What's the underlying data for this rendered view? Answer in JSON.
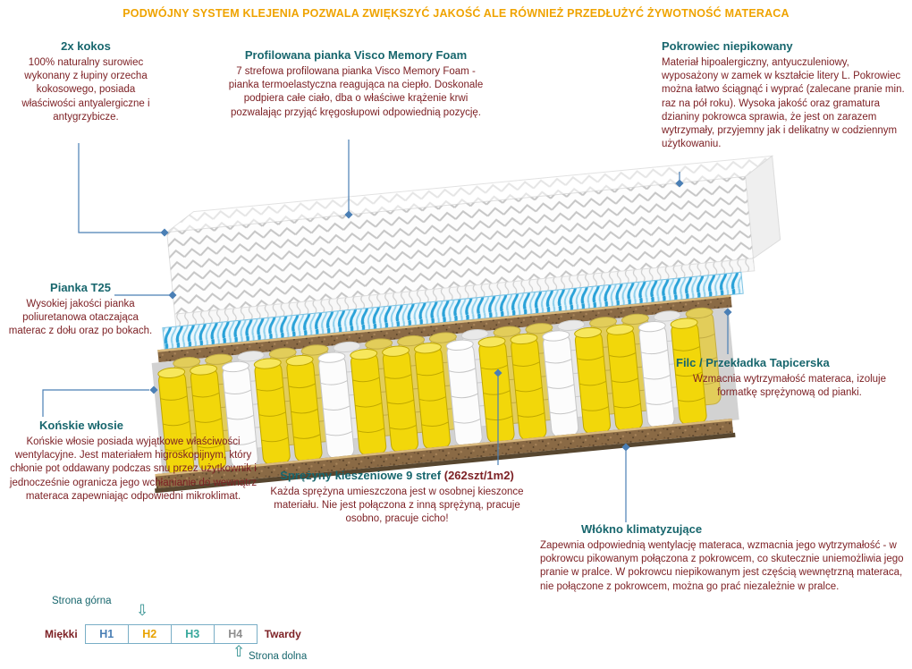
{
  "banner": {
    "text": "PODWÓJNY SYSTEM KLEJENIA POZWALA ZWIĘKSZYĆ JAKOŚĆ ALE RÓWNIEŻ PRZEDŁUŻYĆ ŻYWOTNOŚĆ MATERACA"
  },
  "annotations": {
    "kokos": {
      "title": "2x kokos",
      "body": "100% naturalny surowiec wykonany z łupiny orzecha kokosowego, posiada właściwości antyalergiczne i antygrzybicze."
    },
    "visco": {
      "title": "Profilowana pianka Visco Memory Foam",
      "body": "7 strefowa profilowana pianka Visco Memory Foam - pianka termoelastyczna reagująca na ciepło. Doskonale podpiera całe ciało, dba o właściwe krążenie krwi pozwalając przyjąć kręgosłupowi odpowiednią pozycję."
    },
    "pokrowiec": {
      "title": "Pokrowiec niepikowany",
      "body": "Materiał hipoalergiczny, antyuczuleniowy, wyposażony w zamek w kształcie litery L. Pokrowiec można łatwo ściągnąć i wyprać (zalecane pranie min. raz na pół roku). Wysoka jakość oraz gramatura dzianiny pokrowca sprawia, że jest on zarazem wytrzymały, przyjemny jak i delikatny w codziennym użytkowaniu."
    },
    "pianka_t25": {
      "title": "Pianka T25",
      "body": "Wysokiej jakości pianka poliuretanowa otaczająca materac z dołu oraz po bokach."
    },
    "konskie_wlosie": {
      "title": "Końskie włosie",
      "body": "Końskie włosie posiada wyjątkowe właściwości wentylacyjne. Jest materiałem higroskopijnym, który chłonie pot oddawany podczas snu przez użytkownik i jednocześnie ogranicza jego wchłanianie do wewnątrz materaca zapewniając odpowiedni mikroklimat."
    },
    "sprezyny": {
      "title": "Sprężyny kieszeniowe 9 stref",
      "title_suffix": " (262szt/1m2)",
      "body": "Każda sprężyna umieszczona jest w osobnej kieszonce materiału. Nie jest połączona z inną sprężyną, pracuje osobno, pracuje cicho!"
    },
    "filc": {
      "title": "Filc / Przekładka Tapicerska",
      "body": "Wzmacnia wytrzymałość materaca, izoluje formatkę sprężynową od pianki."
    },
    "wlokno": {
      "title": "Włókno klimatyzujące",
      "body": "Zapewnia odpowiednią wentylację materaca, wzmacnia jego wytrzymałość - w pokrowcu pikowanym połączona z pokrowcem, co skutecznie uniemożliwia jego pranie w pralce. W pokrowcu niepikowanym jest częścią wewnętrzną materaca, nie połączone z pokrowcem, można go prać niezależnie w pralce."
    }
  },
  "firmness_scale": {
    "top_side_label": "Strona górna",
    "bottom_side_label": "Strona dolna",
    "soft_label": "Miękki",
    "hard_label": "Twardy",
    "levels": [
      {
        "label": "H1",
        "color": "#4a7fb5"
      },
      {
        "label": "H2",
        "color": "#e8a200"
      },
      {
        "label": "H3",
        "color": "#35a79b"
      },
      {
        "label": "H4",
        "color": "#8f8f8f"
      }
    ]
  },
  "colors": {
    "banner_text": "#efa300",
    "heading_text": "#17666d",
    "body_text": "#7d2125",
    "connector_line": "#4a7fb5",
    "spring_yellow": "#f2d70a",
    "wave_blue": "#2aa2d8",
    "coir_brown": "#8a6a45"
  }
}
